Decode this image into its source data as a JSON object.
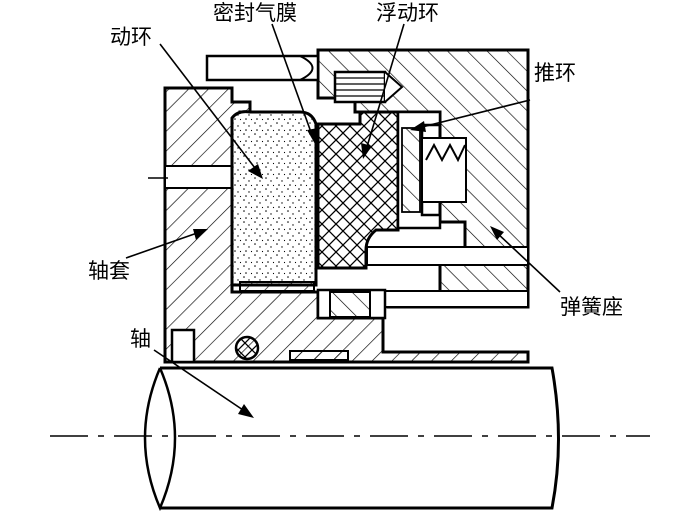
{
  "labels": {
    "rotating_ring": "动环",
    "sealing_gas_film": "密封气膜",
    "floating_ring": "浮动环",
    "push_ring": "推环",
    "shaft_sleeve": "轴套",
    "spring_seat": "弹簧座",
    "shaft": "轴"
  }
}
